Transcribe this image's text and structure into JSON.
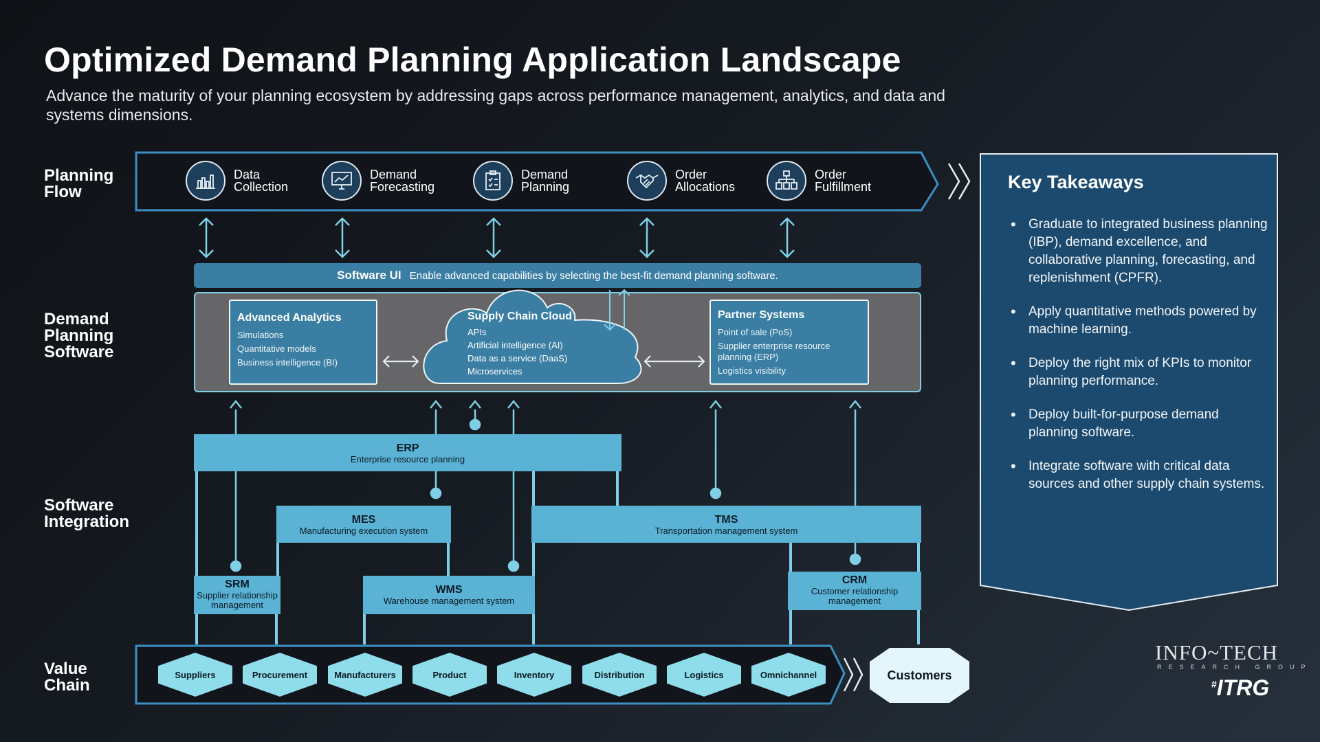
{
  "title": "Optimized Demand Planning Application Landscape",
  "subtitle": "Advance the maturity of your planning ecosystem by addressing gaps across performance management, analytics, and data and systems dimensions.",
  "rows": {
    "planning_flow": "Planning\nFlow",
    "software": "Demand\nPlanning\nSoftware",
    "integration": "Software\nIntegration",
    "value_chain": "Value\nChain"
  },
  "planning_flow": [
    {
      "label": "Data\nCollection",
      "icon": "bar-chart-icon"
    },
    {
      "label": "Demand\nForecasting",
      "icon": "monitor-chart-icon"
    },
    {
      "label": "Demand\nPlanning",
      "icon": "clipboard-checklist-icon"
    },
    {
      "label": "Order\nAllocations",
      "icon": "handshake-icon"
    },
    {
      "label": "Order\nFulfillment",
      "icon": "org-chart-icon"
    }
  ],
  "software_ui": {
    "label": "Software UI",
    "text": "Enable advanced capabilities by selecting the best-fit demand planning software."
  },
  "advanced_analytics": {
    "title": "Advanced Analytics",
    "items": [
      "Simulations",
      "Quantitative models",
      "Business intelligence (BI)"
    ]
  },
  "supply_chain_cloud": {
    "title": "Supply Chain Cloud",
    "items": [
      "APIs",
      "Artificial intelligence (AI)",
      "Data as a service (DaaS)",
      "Microservices"
    ]
  },
  "partner_systems": {
    "title": "Partner Systems",
    "items": [
      "Point of sale (PoS)",
      "Supplier enterprise resource planning (ERP)",
      "Logistics visibility"
    ]
  },
  "systems": {
    "erp": {
      "name": "ERP",
      "desc": "Enterprise resource planning"
    },
    "mes": {
      "name": "MES",
      "desc": "Manufacturing execution system"
    },
    "tms": {
      "name": "TMS",
      "desc": "Transportation management system"
    },
    "srm": {
      "name": "SRM",
      "desc": "Supplier relationship management"
    },
    "wms": {
      "name": "WMS",
      "desc": "Warehouse management system"
    },
    "crm": {
      "name": "CRM",
      "desc": "Customer relationship management"
    }
  },
  "value_chain": [
    "Suppliers",
    "Procurement",
    "Manufacturers",
    "Product",
    "Inventory",
    "Distribution",
    "Logistics",
    "Omnichannel"
  ],
  "customers": "Customers",
  "key_takeaways": {
    "title": "Key Takeaways",
    "items": [
      "Graduate to integrated business planning (IBP), demand excellence, and collaborative planning, forecasting, and replenishment (CPFR).",
      "Apply quantitative methods powered by machine learning.",
      "Deploy the right mix of KPIs to monitor planning performance.",
      "Deploy built-for-purpose demand planning software.",
      "Integrate software with critical data sources and other supply chain systems."
    ]
  },
  "logo": {
    "name": "INFO~TECH",
    "tagline": "RESEARCH GROUP",
    "brand": "ITRG",
    "hash": "#"
  },
  "colors": {
    "accent": "#3a7ea3",
    "light_teal": "#8fdcea",
    "connector": "#7fd0e6",
    "panel": "#1c4a6e"
  }
}
